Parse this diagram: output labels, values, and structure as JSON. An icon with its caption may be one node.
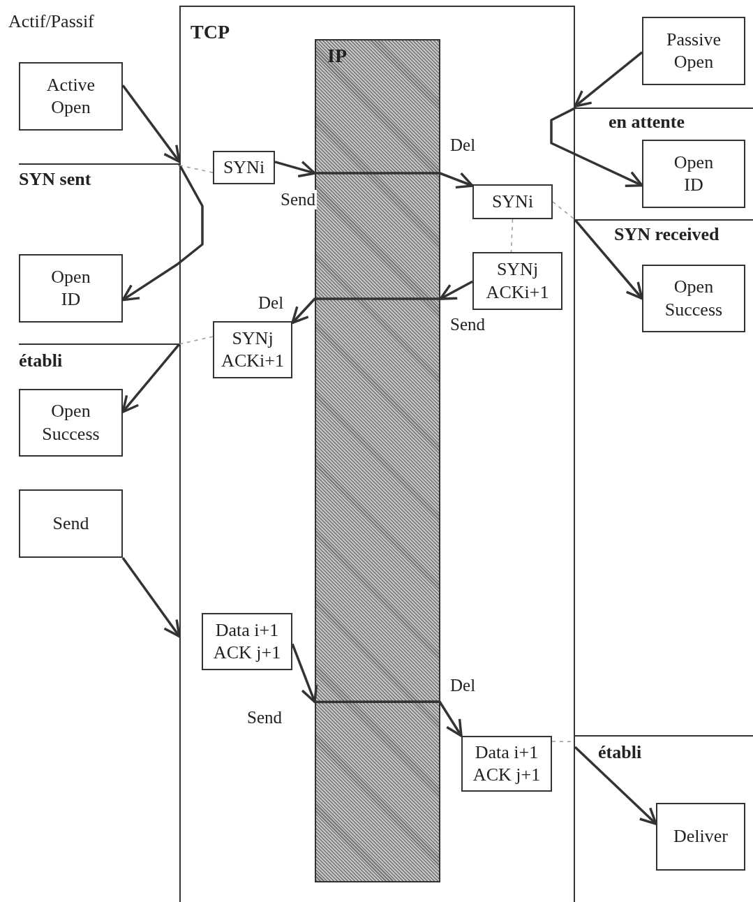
{
  "diagram": {
    "nodes": [
      {
        "text": [
          "TCP"
        ]
      },
      {
        "text": [
          "IP"
        ],
        "in": 0
      },
      {
        "text": [
          "Active Open"
        ]
      },
      {
        "text": [
          "Open ID"
        ]
      },
      {
        "text": [
          "Open Success"
        ]
      },
      {
        "text": [
          "Send"
        ]
      },
      {
        "text": [
          "SYNi"
        ],
        "in": 0
      },
      {
        "text": [
          "SYNj ACKi+1"
        ],
        "in": 0
      },
      {
        "text": [
          "Data i+1 ACK j+1"
        ],
        "in": 0
      },
      {
        "text": [
          "SYNi"
        ],
        "in": 0
      },
      {
        "text": [
          "SYNj ACKi+1"
        ],
        "in": 0
      },
      {
        "text": [
          "Data i+1 ACK j+1"
        ],
        "in": 0
      },
      {
        "text": [
          "Passive Open"
        ]
      },
      {
        "text": [
          "Open ID"
        ]
      },
      {
        "text": [
          "Open Success"
        ]
      },
      {
        "text": [
          "Deliver"
        ]
      }
    ],
    "edges": [
      {
        "from": 2,
        "to": 0,
        "arrow": "to"
      },
      {
        "from": 0,
        "to": 3,
        "arrow": "to"
      },
      {
        "from": 0,
        "to": 4,
        "arrow": "to"
      },
      {
        "from": 5,
        "to": 0,
        "arrow": "to"
      },
      {
        "from": 6,
        "to": 1,
        "arrow": "to",
        "label": "Send"
      },
      {
        "from": 1,
        "to": 9,
        "arrow": "to",
        "label": "Del"
      },
      {
        "from": 10,
        "to": 1,
        "arrow": "to",
        "label": "Send"
      },
      {
        "from": 1,
        "to": 7,
        "arrow": "to",
        "label": "Del"
      },
      {
        "from": 8,
        "to": 1,
        "arrow": "to",
        "label": "Send"
      },
      {
        "from": 1,
        "to": 11,
        "arrow": "to",
        "label": "Del"
      },
      {
        "from": 12,
        "to": 0,
        "arrow": "to"
      },
      {
        "from": 0,
        "to": 13,
        "arrow": "to"
      },
      {
        "from": 0,
        "to": 14,
        "arrow": "to"
      },
      {
        "from": 0,
        "to": 15,
        "arrow": "to"
      },
      {
        "from": 6,
        "to": 0,
        "arrow": "none",
        "style": "dashed",
        "color": "#999999"
      },
      {
        "from": 7,
        "to": 0,
        "arrow": "none",
        "style": "dashed",
        "color": "#999999"
      },
      {
        "from": 9,
        "to": 10,
        "arrow": "none",
        "style": "dashed",
        "color": "#999999"
      },
      {
        "from": 9,
        "to": 0,
        "arrow": "none",
        "style": "dashed",
        "color": "#999999"
      },
      {
        "from": 11,
        "to": 0,
        "arrow": "none",
        "style": "dashed",
        "color": "#999999"
      }
    ],
    "labels": [
      "Actif/Passif",
      "SYN sent",
      "établi",
      "en attente",
      "SYN received",
      "établi"
    ]
  }
}
